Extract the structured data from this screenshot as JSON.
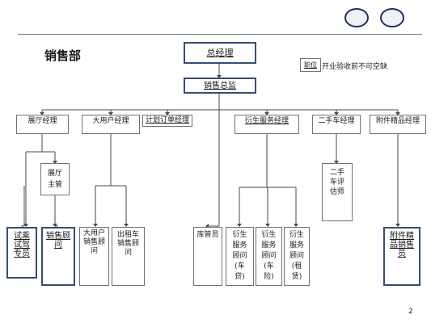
{
  "header": {
    "department_title": "销售部"
  },
  "logos": [
    "faw-logo",
    "volkswagen-logo"
  ],
  "legend": {
    "position_label": "职位",
    "note": "开业验收前不可空缺"
  },
  "top": {
    "general_manager": "总经理",
    "sales_director": "销售总监"
  },
  "departments": {
    "showroom_manager": "展厅经理",
    "fleet_manager": "大用户经理",
    "order_planning_manager": "计划订单经理",
    "derivative_services_manager": "衍生服务经理",
    "used_car_manager": "二手车经理",
    "accessories_manager": "附件精品经理"
  },
  "positions": {
    "showroom_supervisor": "展厅主管",
    "test_drive_specialist": "试乘试驾专员",
    "sales_consultant": "销售顾问",
    "fleet_sales_consultant": "大用户销售顾问",
    "taxi_sales_consultant": "出租车销售顾问",
    "warehouse_keeper": "库管员",
    "derivative_consultant_loan": "衍生服务顾问(车贷)",
    "derivative_consultant_insurance": "衍生服务顾问(车险)",
    "derivative_consultant_rental": "衍生服务顾问(租赁)",
    "used_car_appraiser": "二手车评估师",
    "accessories_consultant": "附件精品销售员"
  },
  "footer": {
    "page_number": "2"
  }
}
